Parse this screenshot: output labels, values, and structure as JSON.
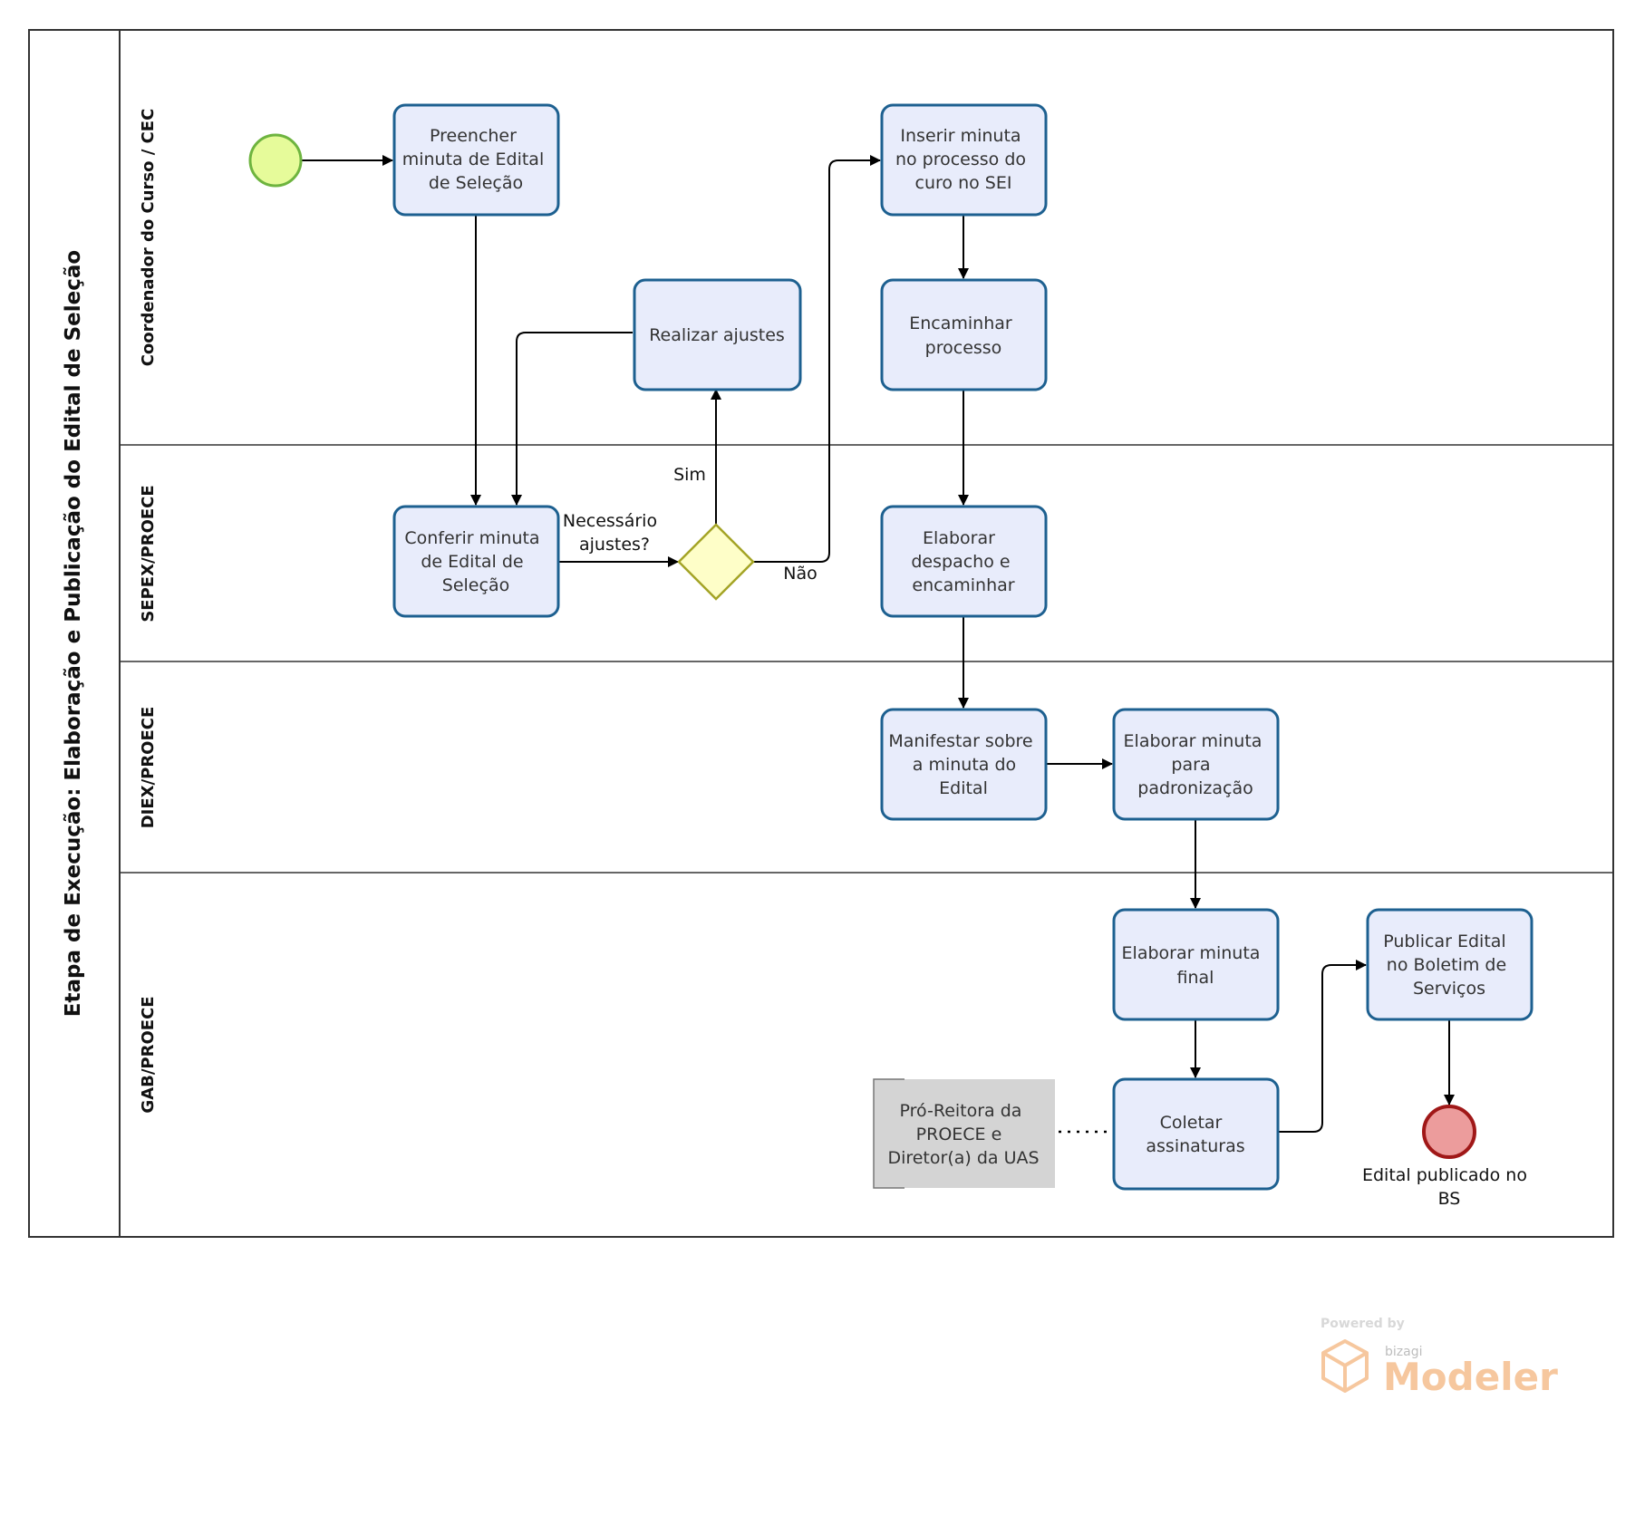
{
  "pool": {
    "title": "Etapa de Execução: Elaboração e Publicação do Edital de Seleção"
  },
  "lanes": [
    {
      "label": "Coordenador do Curso / CEC"
    },
    {
      "label": "SEPEX/PROECE"
    },
    {
      "label": "DIEX/PROECE"
    },
    {
      "label": "GAB/PROECE"
    }
  ],
  "tasks": {
    "preencher": [
      "Preencher",
      "minuta de Edital",
      "de Seleção"
    ],
    "realizar": [
      "Realizar ajustes"
    ],
    "inserir": [
      "Inserir minuta",
      "no processo do",
      "curo no SEI"
    ],
    "encaminhar": [
      "Encaminhar",
      "processo"
    ],
    "conferir": [
      "Conferir minuta",
      "de Edital de",
      "Seleção"
    ],
    "elaborar_despacho": [
      "Elaborar",
      "despacho e",
      "encaminhar"
    ],
    "manifestar": [
      "Manifestar sobre",
      "a minuta do",
      "Edital"
    ],
    "elaborar_padronizacao": [
      "Elaborar minuta",
      "para",
      "padronização"
    ],
    "elaborar_final": [
      "Elaborar minuta",
      "final"
    ],
    "coletar": [
      "Coletar",
      "assinaturas"
    ],
    "publicar": [
      "Publicar Edital",
      "no Boletim de",
      "Serviços"
    ]
  },
  "gateway": {
    "question": [
      "Necessário",
      "ajustes?"
    ]
  },
  "flow_labels": {
    "sim": "Sim",
    "nao": "Não"
  },
  "artifact": {
    "lines": [
      "Pró-Reitora da",
      "PROECE e",
      "Diretor(a) da UAS"
    ]
  },
  "end_event": {
    "lines": [
      "Edital publicado no",
      "BS"
    ]
  },
  "watermark": {
    "powered": "Powered by",
    "brand": "bizagi",
    "product": "Modeler"
  },
  "colors": {
    "task_fill": "#e8ecfb",
    "task_stroke": "#1d6090",
    "start_fill": "#e6fb9a",
    "start_stroke": "#6eb43f",
    "end_fill": "#ec9c9c",
    "end_stroke": "#a01818",
    "gateway_fill": "#fefec8",
    "gateway_stroke": "#a4a426",
    "artifact_fill": "#d4d4d4"
  }
}
